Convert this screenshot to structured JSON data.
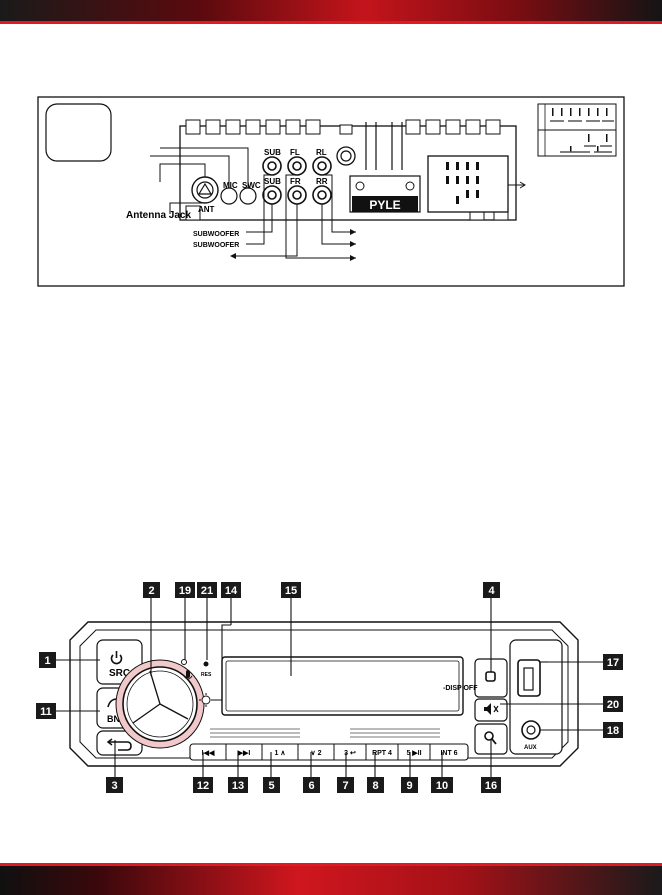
{
  "wiring": {
    "antenna_label": "Antenna Jack",
    "ant": "ANT",
    "mic": "MIC",
    "swc": "SWC",
    "sub1": "SUB",
    "sub2": "SUB",
    "fl": "FL",
    "rl": "RL",
    "fr": "FR",
    "rr": "RR",
    "subwoofer1": "SUBWOOFER",
    "subwoofer2": "SUBWOOFER",
    "brand": "PYLE"
  },
  "panel": {
    "src": "SRC",
    "bnd": "BND",
    "disp_off": "-DISP OFF",
    "aux": "AUX",
    "res": "RES",
    "preset_1": "1 ∧",
    "preset_2": "∨ 2",
    "preset_3": "3 ↩",
    "preset_4": "RPT 4",
    "preset_5": "5 ▶II",
    "preset_6": "INT 6",
    "prev": "I◀◀",
    "next": "▶▶I"
  },
  "callouts": [
    "1",
    "2",
    "3",
    "4",
    "5",
    "6",
    "7",
    "8",
    "9",
    "10",
    "11",
    "12",
    "13",
    "14",
    "15",
    "16",
    "17",
    "18",
    "19",
    "20",
    "21"
  ],
  "colors": {
    "accent_red": "#c4141b",
    "callout_bg": "#1a1a1a"
  }
}
